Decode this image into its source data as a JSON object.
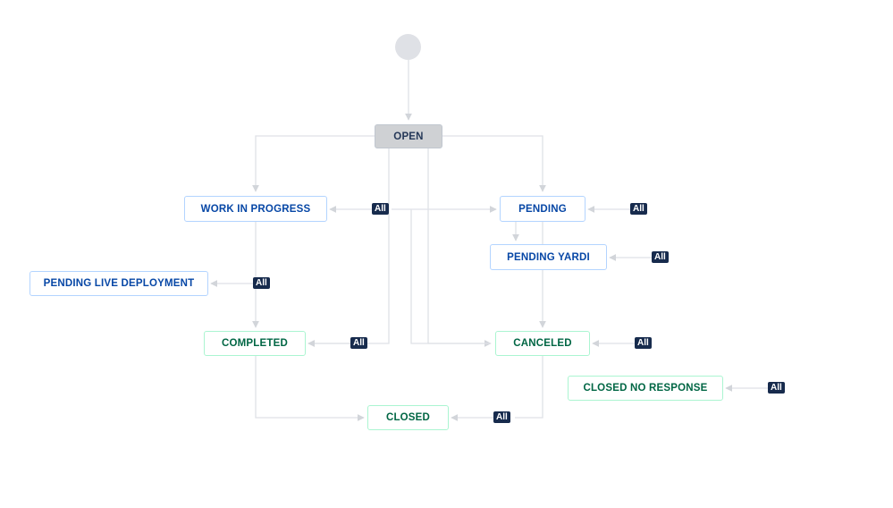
{
  "workflow": {
    "statuses": {
      "open": "OPEN",
      "work_in_progress": "WORK IN PROGRESS",
      "pending": "PENDING",
      "pending_yardi": "PENDING YARDI",
      "pending_live_deployment": "PENDING LIVE DEPLOYMENT",
      "completed": "COMPLETED",
      "canceled": "CANCELED",
      "closed_no_response": "CLOSED NO RESPONSE",
      "closed": "CLOSED"
    },
    "global_transition_label": "All"
  },
  "colors": {
    "in_progress_border": "#b3d4ff",
    "in_progress_text": "#0747a6",
    "done_border": "#abf5d1",
    "done_text": "#006644",
    "todo_fill": "#cfd1d4",
    "badge_fill": "#172b4d",
    "connector": "#dfe1e6"
  }
}
